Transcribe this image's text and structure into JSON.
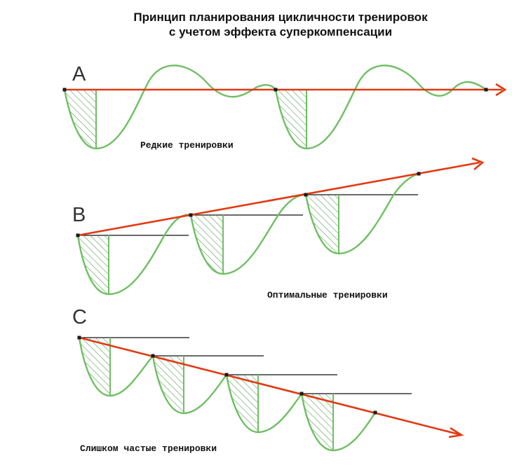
{
  "title": {
    "line1": "Принцип планирования цикличности тренировок",
    "line2": "с учетом эффекта суперкомпенсации"
  },
  "panels": [
    {
      "letter": "A",
      "caption": "Редкие тренировки"
    },
    {
      "letter": "B",
      "caption": "Оптимальные тренировки"
    },
    {
      "letter": "C",
      "caption": "Слишком частые тренировки"
    }
  ],
  "colors": {
    "trend_line": "#e23a12",
    "wave": "#6fbf63",
    "hatch": "#5a9e54",
    "baseline": "#111111",
    "marker": "#1a1a1a"
  }
}
